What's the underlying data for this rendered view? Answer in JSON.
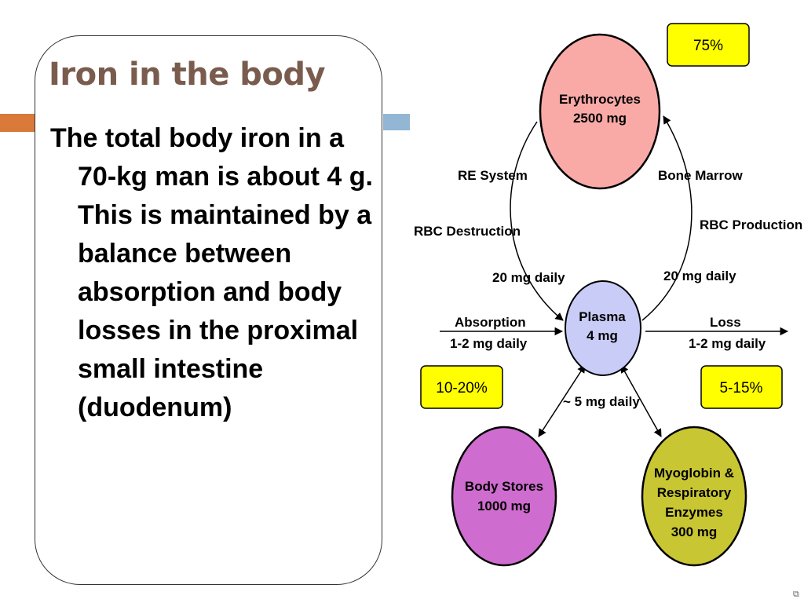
{
  "slide": {
    "title": "Iron in the body",
    "body": "The total body iron in a 70-kg man is about  4 g. This is maintained by a balance between absorption and body losses in the proximal small intestine (duodenum)"
  },
  "diagram": {
    "nodes": {
      "erythrocytes": {
        "line1": "Erythrocytes",
        "line2": "2500 mg",
        "fill": "#f9aaa7"
      },
      "plasma": {
        "line1": "Plasma",
        "line2": "4 mg",
        "fill": "#c9ccf7"
      },
      "body_stores": {
        "line1": "Body Stores",
        "line2": "1000 mg",
        "fill": "#cf6ccf"
      },
      "myoglobin": {
        "line1": "Myoglobin &",
        "line2": "Respiratory",
        "line3": "Enzymes",
        "line4": "300 mg",
        "fill": "#c9c634"
      }
    },
    "labels": {
      "re_system": "RE System",
      "rbc_destruction": "RBC Destruction",
      "left_daily": "20 mg daily",
      "bone_marrow": "Bone Marrow",
      "rbc_production": "RBC Production",
      "right_daily": "20 mg daily",
      "absorption": "Absorption",
      "absorption_amount": "1-2 mg daily",
      "loss": "Loss",
      "loss_amount": "1-2 mg daily",
      "stores_exchange": "~ 5 mg daily"
    },
    "badges": {
      "erythrocytes_pct": "75%",
      "absorption_pct": "10-20%",
      "loss_pct": "5-15%"
    },
    "badge_color": "#ffff00"
  }
}
